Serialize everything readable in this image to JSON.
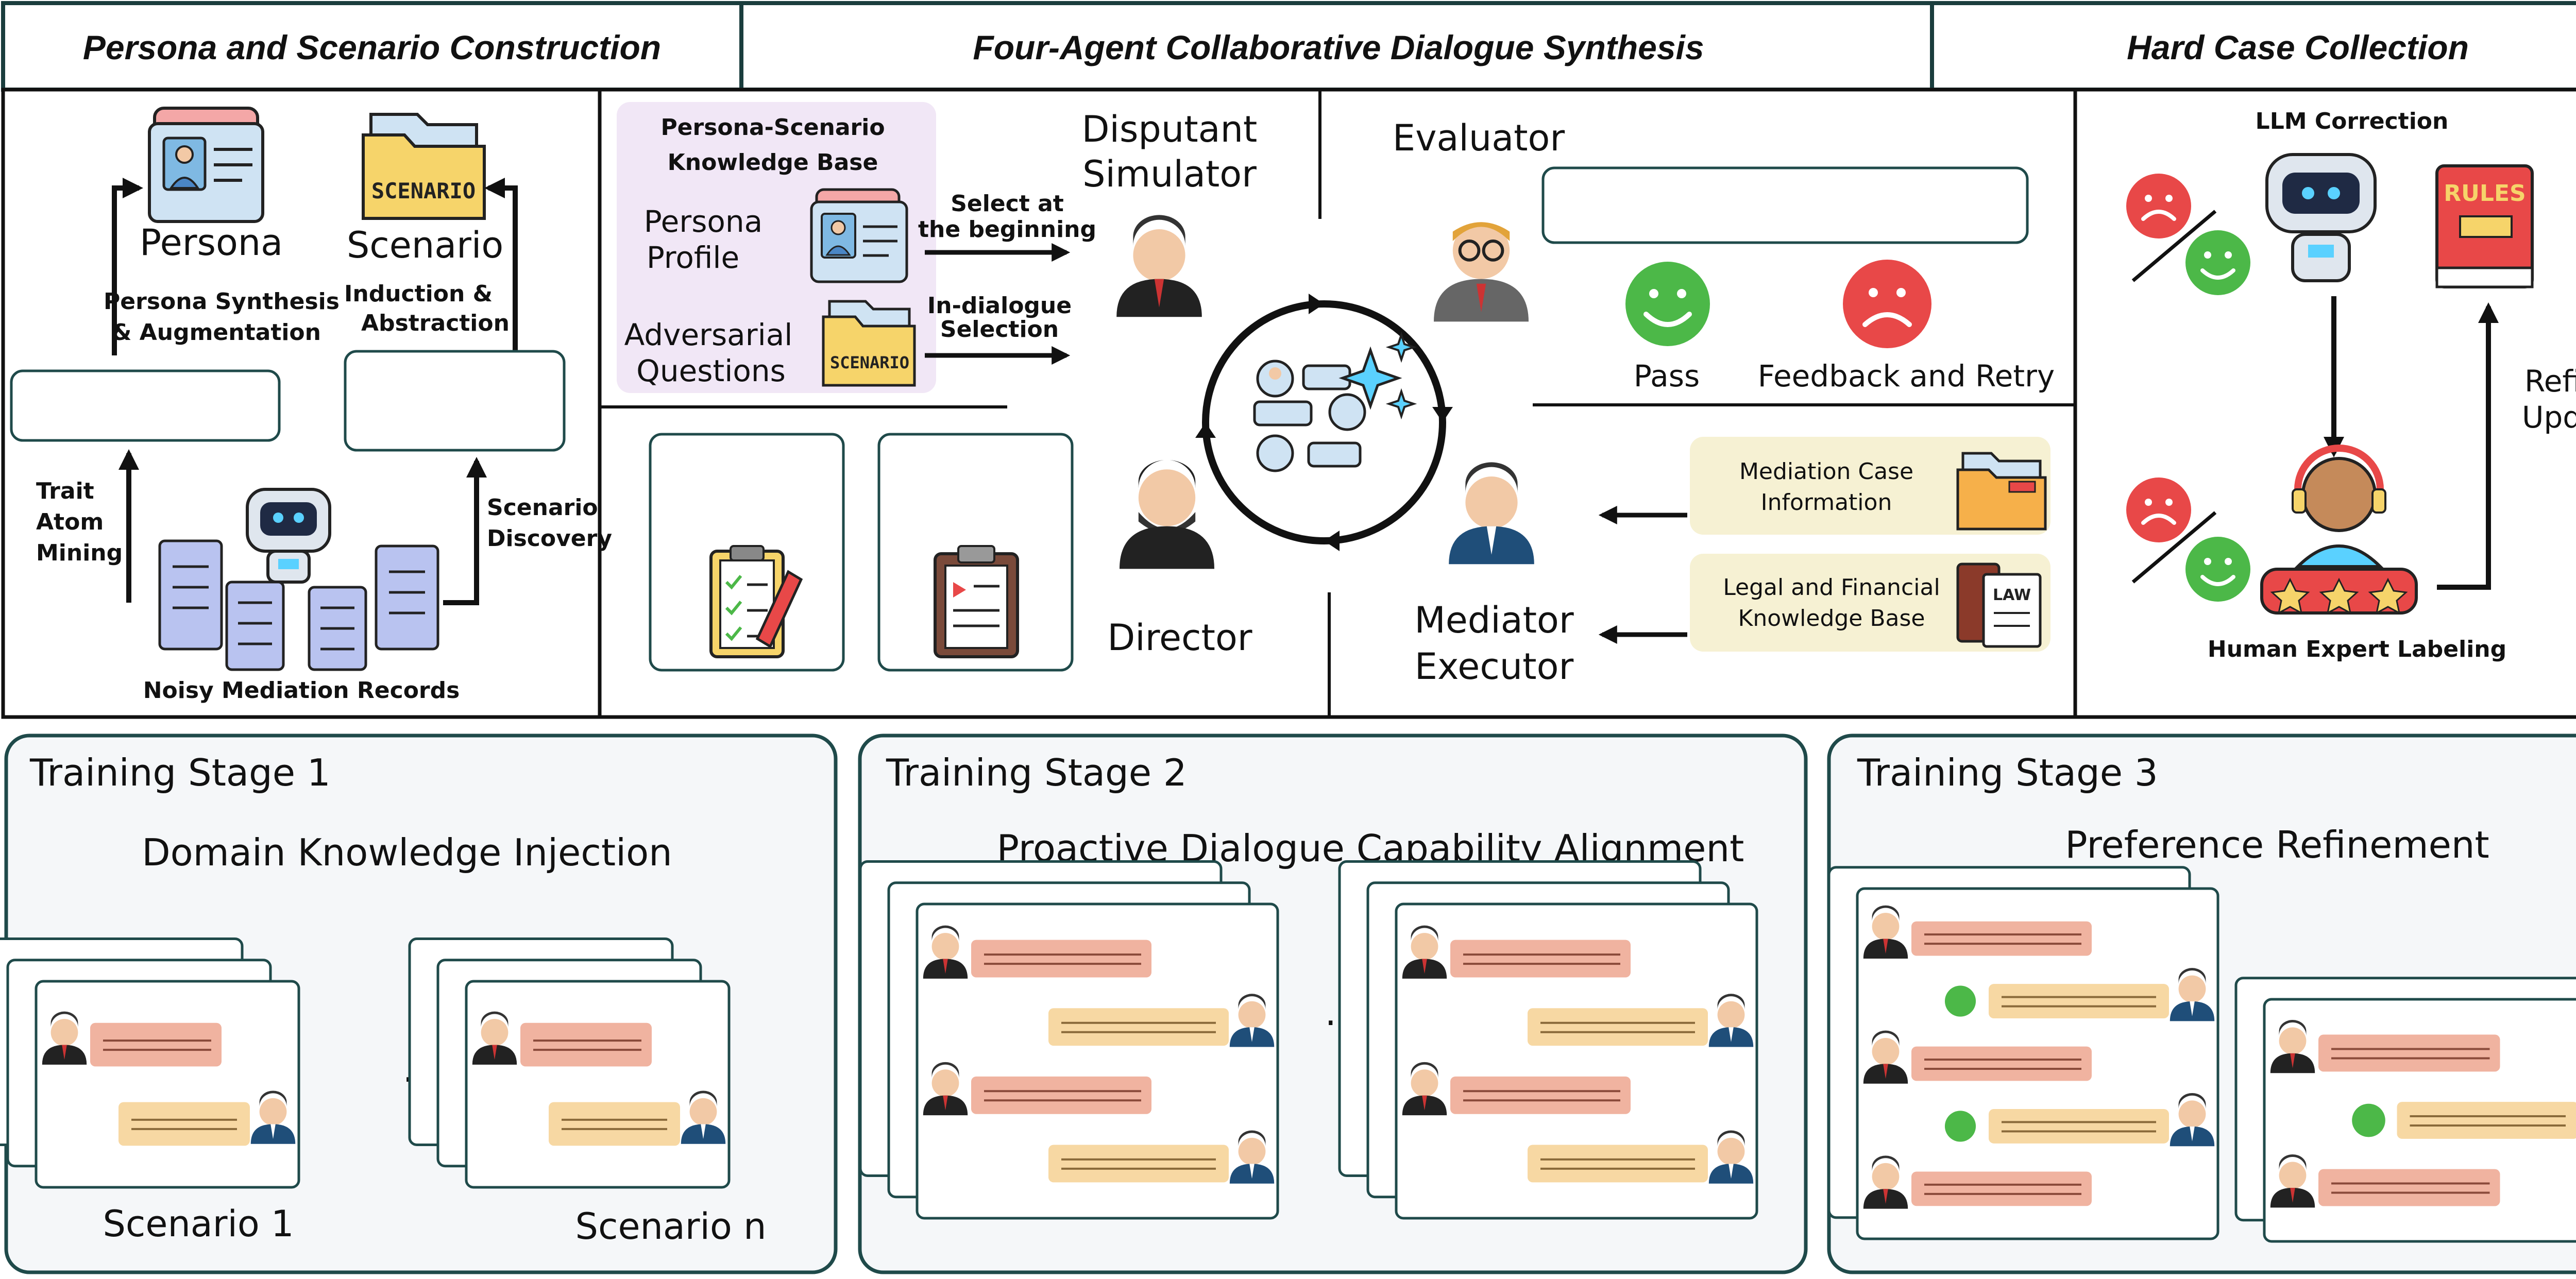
{
  "headers": {
    "persona_scenario": "Persona and Scenario Construction",
    "four_agent": "Four-Agent Collaborative Dialogue Synthesis",
    "hard_case": "Hard Case Collection"
  },
  "persona_panel": {
    "persona_label": "Persona",
    "scenario_label": "Scenario",
    "scenario_card_text": "SCENARIO",
    "persona_synthesis_line1": "Persona Synthesis",
    "persona_synthesis_line2": "& Augmentation",
    "induction_line1": "Induction &",
    "induction_line2": "Abstraction",
    "trait_line1": "Trait",
    "trait_line2": "Atom",
    "trait_line3": "Mining",
    "scenario_discovery_line1": "Scenario",
    "scenario_discovery_line2": "Discovery",
    "noisy_records": "Noisy Mediation Records"
  },
  "dialogue_panel": {
    "kb_title_line1": "Persona-Scenario",
    "kb_title_line2": "Knowledge Base",
    "persona_profile_line1": "Persona",
    "persona_profile_line2": "Profile",
    "adversarial_line1": "Adversarial",
    "adversarial_line2": "Questions",
    "scenario_card_text": "SCENARIO",
    "select_line1": "Select at",
    "select_line2": "the beginning",
    "indialogue_line1": "In-dialogue",
    "indialogue_line2": "Selection",
    "disputant_line1": "Disputant",
    "disputant_line2": "Simulator",
    "evaluator": "Evaluator",
    "pass": "Pass",
    "feedback": "Feedback and Retry",
    "director": "Director",
    "mediator_line1": "Mediator",
    "mediator_line2": "Executor",
    "mediation_case_line1": "Mediation Case",
    "mediation_case_line2": "Information",
    "legal_line1": "Legal and Financial",
    "legal_line2": "Knowledge Base",
    "law_text": "LAW"
  },
  "hard_case_panel": {
    "llm_correction": "LLM Correction",
    "rules_text": "RULES",
    "refine_line1": "Refine &",
    "refine_line2": "Update",
    "human_expert": "Human Expert Labeling"
  },
  "stages": [
    {
      "title": "Training Stage 1",
      "subtitle": "Domain Knowledge Injection",
      "label_a": "Scenario 1",
      "label_b": "Scenario n",
      "ellipsis": "···"
    },
    {
      "title": "Training Stage 2",
      "subtitle": "Proactive Dialogue Capability Alignment",
      "ellipsis": "···"
    },
    {
      "title": "Training Stage 3",
      "subtitle": "Preference Refinement"
    }
  ],
  "colors": {
    "border": "#111111",
    "stage_border": "#1f4a4a",
    "stage_fill": "#f5f7f9",
    "kb_fill": "#f1e7f6",
    "info_fill": "#f6f1d3",
    "bubble_red": "#f0b3a0",
    "bubble_orange": "#f7d8a3",
    "smile_green": "#4cb848",
    "frown_red": "#e84848"
  }
}
